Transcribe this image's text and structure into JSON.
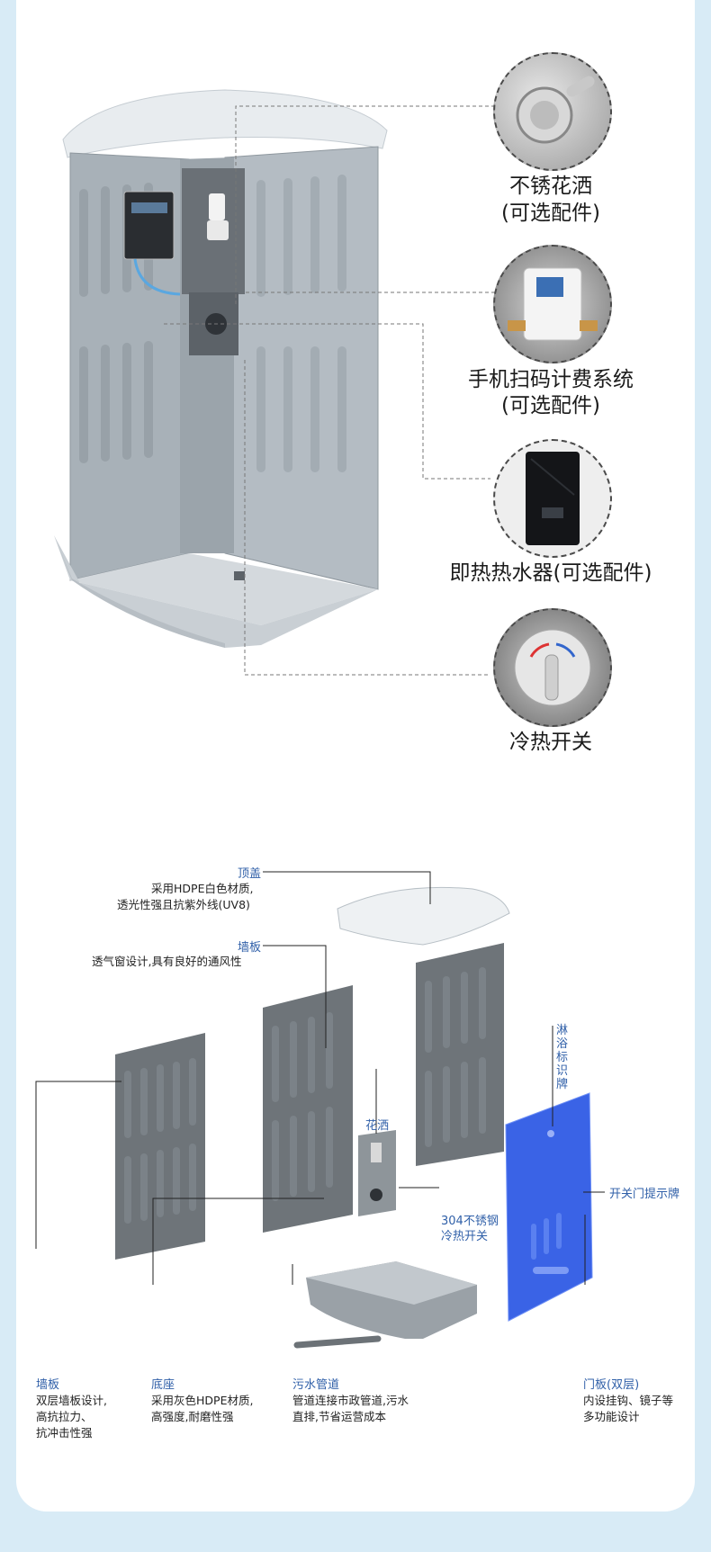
{
  "accessories": [
    {
      "name": "不锈花洒",
      "note": "(可选配件)",
      "icon": "shower-head-icon"
    },
    {
      "name": "手机扫码计费系统",
      "note": "(可选配件)",
      "icon": "scan-billing-icon"
    },
    {
      "name": "即热热水器(可选配件)",
      "note": "",
      "icon": "water-heater-icon"
    },
    {
      "name": "冷热开关",
      "note": "",
      "icon": "mixer-valve-icon"
    }
  ],
  "parts": {
    "top_cover": {
      "title": "顶盖",
      "lines": [
        "采用HDPE白色材质,",
        "透光性强且抗紫外线(UV8)"
      ]
    },
    "wall_upper": {
      "title": "墙板",
      "lines": [
        "透气窗设计,具有良好的通风性"
      ]
    },
    "shower": {
      "title": "花洒"
    },
    "switch": {
      "lines": [
        "304不锈钢",
        "冷热开关"
      ]
    },
    "sign": {
      "title": "淋浴标识牌"
    },
    "door_sign": {
      "title": "开关门提示牌"
    },
    "wall_lower": {
      "title": "墙板",
      "lines": [
        "双层墙板设计,",
        "高抗拉力、",
        "抗冲击性强"
      ]
    },
    "base": {
      "title": "底座",
      "lines": [
        "采用灰色HDPE材质,",
        "高强度,耐磨性强"
      ]
    },
    "drain": {
      "title": "污水管道",
      "lines": [
        "管道连接市政管道,污水",
        "直排,节省运营成本"
      ]
    },
    "door": {
      "title": "门板(双层)",
      "lines": [
        "内设挂钩、镜子等",
        "多功能设计"
      ]
    }
  },
  "colors": {
    "accent": "#2f5fa8",
    "page_bg": "#d8ebf6",
    "panel_gray": "#6e7479",
    "door_blue": "#3a63e6"
  }
}
